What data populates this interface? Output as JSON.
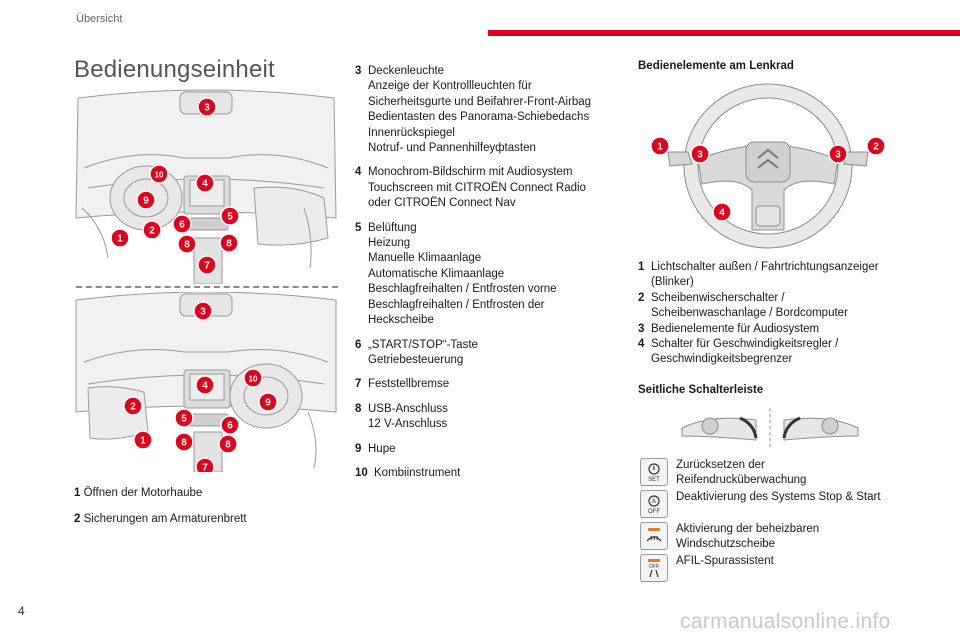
{
  "header": {
    "section": "Übersicht"
  },
  "title": "Bedienungseinheit",
  "colors": {
    "accent": "#e2001a",
    "callout": "#e2001a"
  },
  "diagram_callouts_top": [
    "3",
    "10",
    "4",
    "9",
    "6",
    "5",
    "2",
    "8",
    "8",
    "1",
    "7"
  ],
  "diagram_callouts_bottom": [
    "3",
    "10",
    "4",
    "9",
    "2",
    "5",
    "6",
    "1",
    "8",
    "8",
    "7"
  ],
  "left_items": [
    {
      "num": "1",
      "text": "Öffnen der Motorhaube"
    },
    {
      "num": "2",
      "text": "Sicherungen am Armaturenbrett"
    }
  ],
  "middle_items": [
    {
      "num": "3",
      "lines": [
        "Deckenleuchte",
        "Anzeige der Kontrollleuchten für",
        "Sicherheitsgurte und Beifahrer-Front-Airbag",
        "Bedientasten des Panorama-Schiebedachs",
        "Innenrückspiegel",
        "Notruf- und Pannenhilfeуфtasten"
      ]
    },
    {
      "num": "4",
      "lines": [
        "Monochrom-Bildschirm mit Audiosystem",
        "Touchscreen mit CITROËN Connect Radio",
        "oder CITROËN Connect Nav"
      ]
    },
    {
      "num": "5",
      "lines": [
        "Belüftung",
        "Heizung",
        "Manuelle Klimaanlage",
        "Automatische Klimaanlage",
        "Beschlagfreihalten / Entfrosten vorne",
        "Beschlagfreihalten / Entfrosten der",
        "Heckscheibe"
      ]
    },
    {
      "num": "6",
      "lines": [
        "„START/STOP“-Taste",
        "Getriebesteuerung"
      ]
    },
    {
      "num": "7",
      "lines": [
        "Feststellbremse"
      ]
    },
    {
      "num": "8",
      "lines": [
        "USB-Anschluss",
        "12 V-Anschluss"
      ]
    },
    {
      "num": "9",
      "lines": [
        "Hupe"
      ]
    },
    {
      "num": "10",
      "lines": [
        "Kombiinstrument"
      ]
    }
  ],
  "steering": {
    "title": "Bedienelemente am Lenkrad",
    "callouts": [
      "1",
      "3",
      "3",
      "2",
      "4"
    ],
    "items": [
      {
        "num": "1",
        "lines": [
          "Lichtschalter außen / Fahrtrichtungsanzeiger",
          "(Blinker)"
        ]
      },
      {
        "num": "2",
        "lines": [
          "Scheibenwischerschalter /",
          "Scheibenwaschanlage / Bordcomputer"
        ]
      },
      {
        "num": "3",
        "lines": [
          "Bedienelemente für Audiosystem"
        ]
      },
      {
        "num": "4",
        "lines": [
          "Schalter für Geschwindigkeitsregler /",
          "Geschwindigkeitsbegrenzer"
        ]
      }
    ]
  },
  "side_switches": {
    "title": "Seitliche Schalterleiste",
    "buttons": [
      {
        "icon": "tpms-set-icon",
        "icon_text": "SET",
        "lines": [
          "Zurücksetzen der",
          "Reifendrucküberwachung"
        ]
      },
      {
        "icon": "stop-start-off-icon",
        "icon_text": "OFF",
        "lines": [
          "Deaktivierung des Systems Stop & Start"
        ]
      },
      {
        "icon": "heated-windscreen-icon",
        "icon_text": "",
        "lines": [
          "Aktivierung der beheizbaren",
          "Windschutzscheibe"
        ]
      },
      {
        "icon": "lane-assist-off-icon",
        "icon_text": "OFF",
        "lines": [
          "AFIL-Spurassistent"
        ]
      }
    ]
  },
  "page_number": "4",
  "watermark": "carmanualsonline.info"
}
